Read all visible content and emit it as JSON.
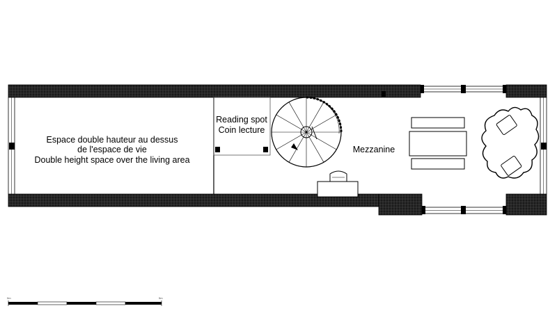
{
  "plan": {
    "double_height": {
      "line1": "Espace double hauteur au dessus",
      "line2": "de l'espace de vie",
      "line3": "Double height space over the living area"
    },
    "reading": {
      "line1": "Reading spot",
      "line2": "Coin lecture"
    },
    "mezzanine": "Mezzanine",
    "scale": {
      "start": "0m",
      "end": "5m"
    }
  },
  "colors": {
    "wall": "#1a1a1a",
    "line": "#000000",
    "background": "#ffffff"
  }
}
